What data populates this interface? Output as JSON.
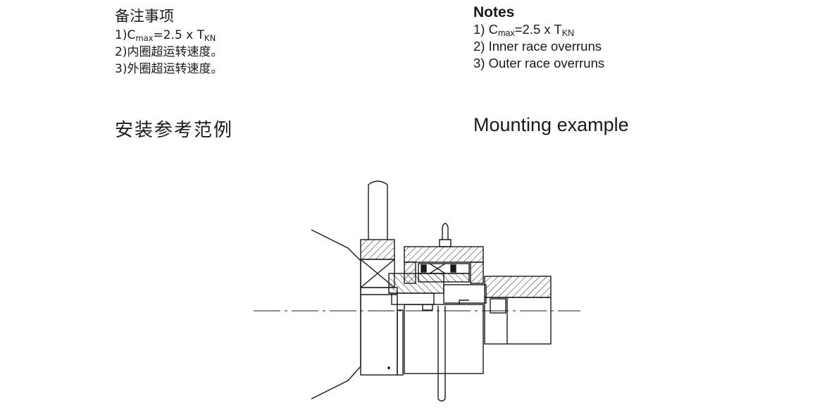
{
  "notes_zh": {
    "heading": "备注事项",
    "item1_prefix": "1)C",
    "item1_sub": "max",
    "item1_mid": "=2.5 x T",
    "item1_sub2": "KN",
    "item2": "2)内圈超运转速度。",
    "item3": "3)外圈超运转速度。"
  },
  "notes_en": {
    "heading": "Notes",
    "item1_prefix": "1) C",
    "item1_sub": "max",
    "item1_mid": "=2.5 x T",
    "item1_sub2": "KN",
    "item2": "2) Inner race overruns",
    "item3": "3) Outer race overruns"
  },
  "section_title_zh": "安装参考范例",
  "section_title_en": "Mounting example",
  "colors": {
    "ink": "#1a1a1a",
    "background": "#ffffff"
  },
  "figure": {
    "icon": "clutch-mounting-cross-section-drawing"
  }
}
